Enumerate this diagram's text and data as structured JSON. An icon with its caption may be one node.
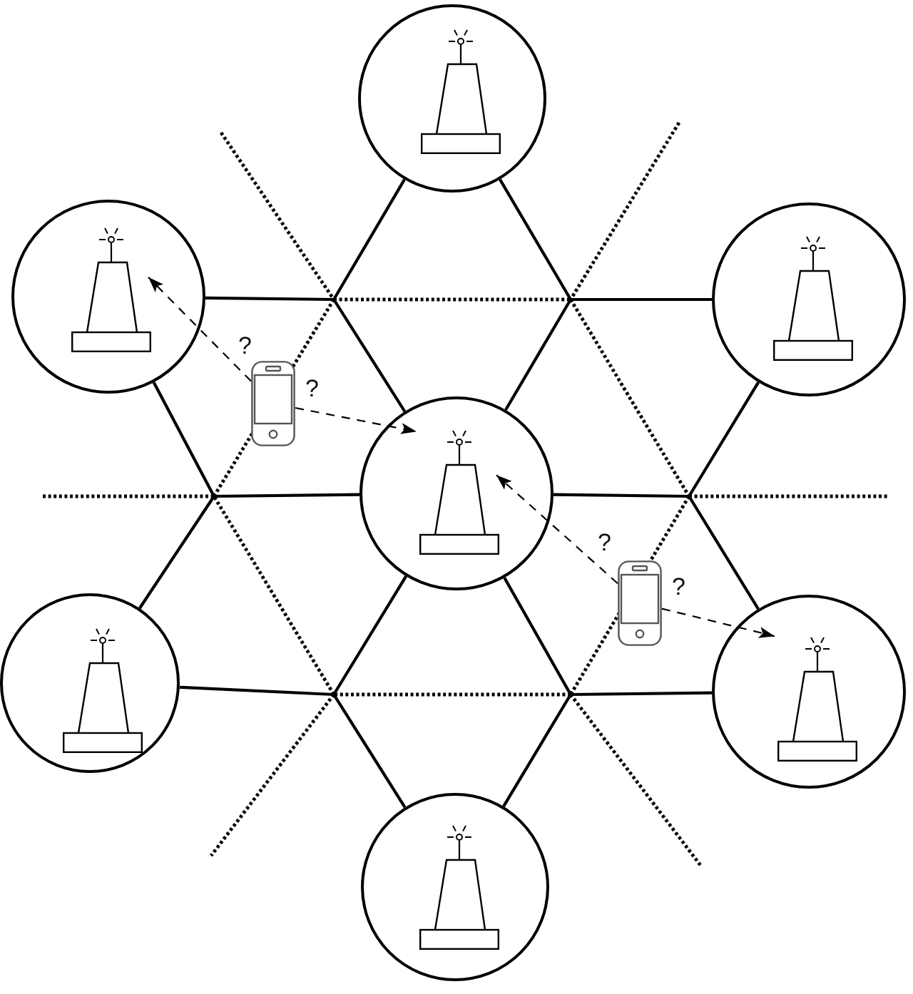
{
  "diagram": {
    "nodes": [
      {
        "text": [],
        "shape": "circle"
      },
      {
        "text": [],
        "shape": "tower",
        "in": 0
      },
      {
        "text": [],
        "shape": "circle"
      },
      {
        "text": [],
        "shape": "tower",
        "in": 2
      },
      {
        "text": [],
        "shape": "circle"
      },
      {
        "text": [],
        "shape": "tower",
        "in": 4
      },
      {
        "text": [],
        "shape": "phone"
      },
      {
        "text": [],
        "shape": "circle"
      },
      {
        "text": [],
        "shape": "tower",
        "in": 7
      },
      {
        "text": [],
        "shape": "phone"
      },
      {
        "text": [],
        "shape": "circle"
      },
      {
        "text": [],
        "shape": "tower",
        "in": 10
      },
      {
        "text": [],
        "shape": "circle"
      },
      {
        "text": [],
        "shape": "tower",
        "in": 12
      },
      {
        "text": [],
        "shape": "circle"
      },
      {
        "text": [],
        "shape": "tower",
        "in": 14
      }
    ],
    "edges": [
      {
        "from": 6,
        "to": 3,
        "arrow": "to",
        "label": "?",
        "style": "dashed"
      },
      {
        "from": 6,
        "to": 8,
        "arrow": "to",
        "label": "?",
        "style": "dashed"
      },
      {
        "from": 9,
        "to": 8,
        "arrow": "to",
        "label": "?",
        "style": "dashed"
      },
      {
        "from": 9,
        "to": 13,
        "arrow": "to",
        "label": "?",
        "style": "dashed"
      }
    ]
  }
}
